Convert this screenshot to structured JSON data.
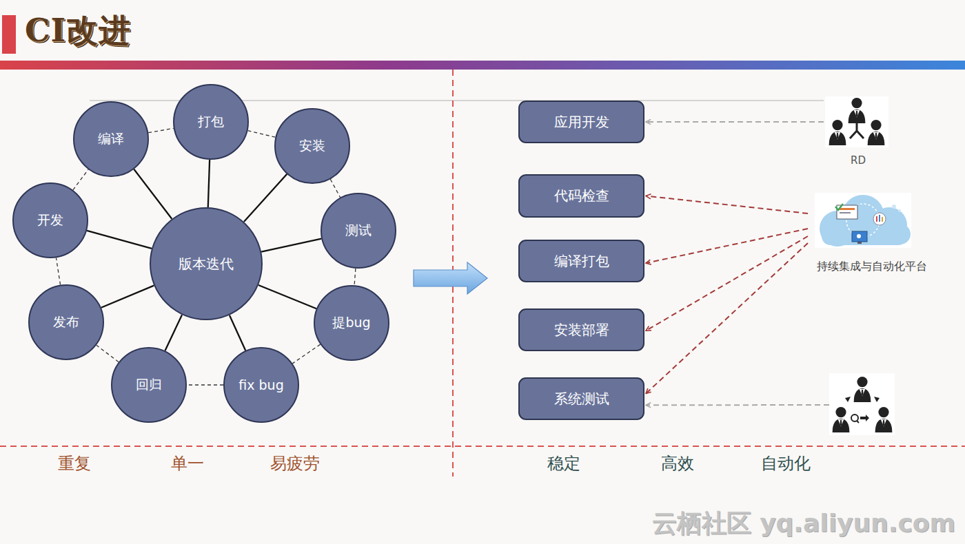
{
  "diagram": {
    "title": "CI改进",
    "nodes": [
      {
        "text": [
          "打包"
        ]
      },
      {
        "text": [
          "编译"
        ]
      },
      {
        "text": [
          "安装"
        ]
      },
      {
        "text": [
          "开发"
        ]
      },
      {
        "text": [
          "测试"
        ]
      },
      {
        "text": [
          "版本迭代"
        ]
      },
      {
        "text": [
          "提bug"
        ]
      },
      {
        "text": [
          "发布"
        ]
      },
      {
        "text": [
          "回归"
        ]
      },
      {
        "text": [
          "fix bug"
        ]
      },
      {
        "text": [
          "应用开发"
        ]
      },
      {
        "text": [
          "RD"
        ]
      },
      {
        "text": [
          "代码检查"
        ]
      },
      {
        "text": [
          "持续集成与自动化平台"
        ]
      },
      {
        "text": [
          "编译打包"
        ]
      },
      {
        "text": [
          "安装部署"
        ]
      },
      {
        "text": [
          "系统测试"
        ]
      },
      {
        "text": []
      }
    ],
    "edges": [
      {
        "from": 5,
        "to": 0,
        "arrow": "none"
      },
      {
        "from": 5,
        "to": 1,
        "arrow": "none"
      },
      {
        "from": 5,
        "to": 2,
        "arrow": "none"
      },
      {
        "from": 5,
        "to": 3,
        "arrow": "none"
      },
      {
        "from": 5,
        "to": 4,
        "arrow": "none"
      },
      {
        "from": 5,
        "to": 6,
        "arrow": "none"
      },
      {
        "from": 5,
        "to": 7,
        "arrow": "none"
      },
      {
        "from": 5,
        "to": 8,
        "arrow": "none"
      },
      {
        "from": 5,
        "to": 9,
        "arrow": "none"
      },
      {
        "from": 3,
        "to": 1,
        "arrow": "none"
      },
      {
        "from": 1,
        "to": 0,
        "arrow": "none"
      },
      {
        "from": 0,
        "to": 2,
        "arrow": "none"
      },
      {
        "from": 2,
        "to": 4,
        "arrow": "none"
      },
      {
        "from": 4,
        "to": 6,
        "arrow": "none"
      },
      {
        "from": 6,
        "to": 9,
        "arrow": "none"
      },
      {
        "from": 9,
        "to": 8,
        "arrow": "none"
      },
      {
        "from": 8,
        "to": 7,
        "arrow": "none"
      },
      {
        "from": 7,
        "to": 3,
        "arrow": "none"
      },
      {
        "from": 11,
        "to": 10,
        "arrow": "to"
      },
      {
        "from": 13,
        "to": 12,
        "arrow": "to"
      },
      {
        "from": 13,
        "to": 14,
        "arrow": "to"
      },
      {
        "from": 13,
        "to": 15,
        "arrow": "to"
      },
      {
        "from": 13,
        "to": 16,
        "arrow": "to"
      },
      {
        "from": 17,
        "to": 16,
        "arrow": "to"
      }
    ],
    "labels": [
      "重复",
      "单一",
      "易疲劳",
      "稳定",
      "高效",
      "自动化",
      "云栖社区 yq.aliyun.com"
    ]
  }
}
